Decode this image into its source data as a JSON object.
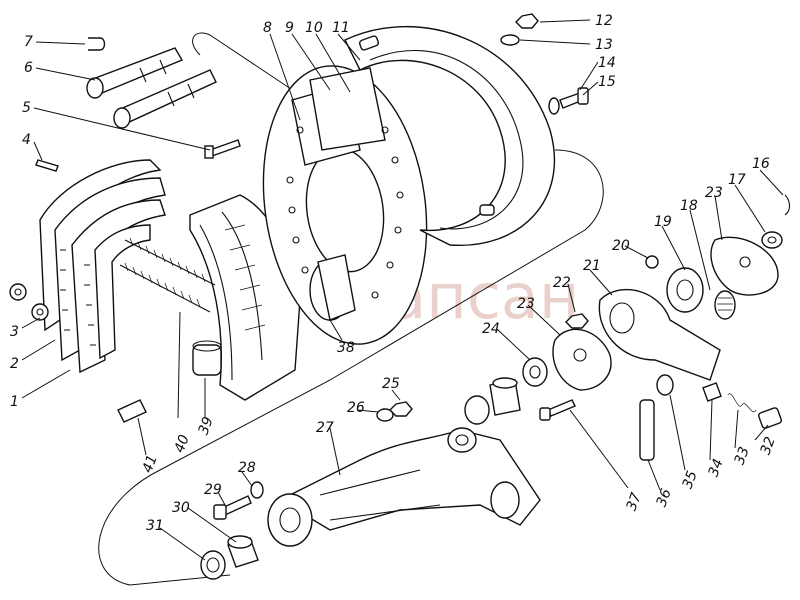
{
  "watermark": "Сапсан",
  "parts": [
    {
      "id": "1"
    },
    {
      "id": "2"
    },
    {
      "id": "3"
    },
    {
      "id": "4"
    },
    {
      "id": "5"
    },
    {
      "id": "6"
    },
    {
      "id": "7"
    },
    {
      "id": "8"
    },
    {
      "id": "9"
    },
    {
      "id": "10"
    },
    {
      "id": "11"
    },
    {
      "id": "12"
    },
    {
      "id": "13"
    },
    {
      "id": "14"
    },
    {
      "id": "15"
    },
    {
      "id": "16"
    },
    {
      "id": "17"
    },
    {
      "id": "18"
    },
    {
      "id": "19"
    },
    {
      "id": "20"
    },
    {
      "id": "21"
    },
    {
      "id": "22"
    },
    {
      "id": "23"
    },
    {
      "id": "23"
    },
    {
      "id": "24"
    },
    {
      "id": "25"
    },
    {
      "id": "26"
    },
    {
      "id": "27"
    },
    {
      "id": "28"
    },
    {
      "id": "29"
    },
    {
      "id": "30"
    },
    {
      "id": "31"
    },
    {
      "id": "32"
    },
    {
      "id": "33"
    },
    {
      "id": "34"
    },
    {
      "id": "35"
    },
    {
      "id": "36"
    },
    {
      "id": "37"
    },
    {
      "id": "38"
    },
    {
      "id": "39"
    },
    {
      "id": "40"
    },
    {
      "id": "41"
    }
  ]
}
